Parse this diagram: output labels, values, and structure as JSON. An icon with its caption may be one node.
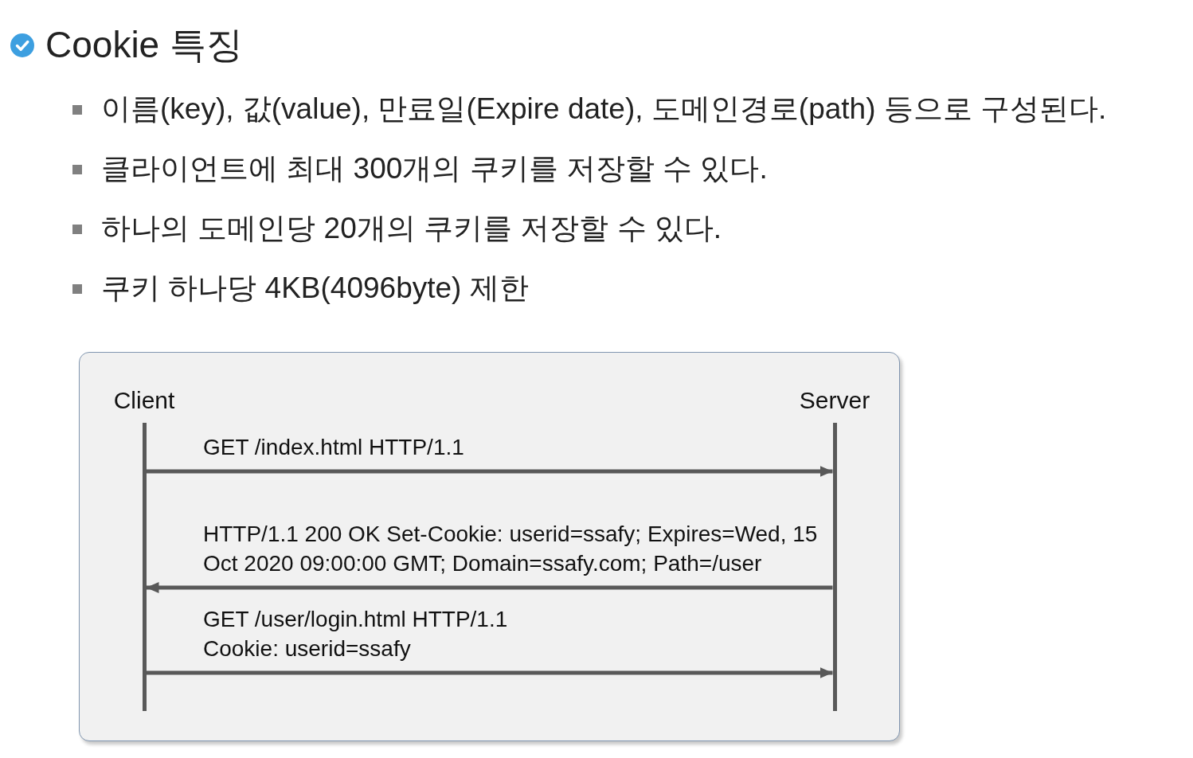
{
  "diagram": {
    "title": "Cookie 특징",
    "nodes": [
      {
        "text": [],
        "shape": "box"
      },
      {
        "text": [
          "Client"
        ],
        "in": 0
      },
      {
        "text": [
          "Server"
        ],
        "in": 0
      }
    ],
    "edges": [
      {
        "from": 1,
        "to": 2,
        "arrow": "to",
        "label": "GET /index.html HTTP/1.1"
      },
      {
        "from": 2,
        "to": 1,
        "arrow": "to",
        "label": "HTTP/1.1 200 OK Set-Cookie: userid=ssafy; Expires=Wed, 15 Oct 2020 09:00:00 GMT; Domain=ssafy.com; Path=/user"
      },
      {
        "from": 1,
        "to": 2,
        "arrow": "to",
        "label": "GET /user/login.html HTTP/1.1 Cookie: userid=ssafy"
      }
    ],
    "labels": [
      "이름(key), 값(value), 만료일(Expire date), 도메인경로(path) 등으로 구성된다.",
      "클라이언트에 최대 300개의 쿠키를 저장할 수 있다.",
      "하나의 도메인당 20개의 쿠키를 저장할 수 있다.",
      "쿠키 하나당 4KB(4096byte) 제한"
    ]
  }
}
